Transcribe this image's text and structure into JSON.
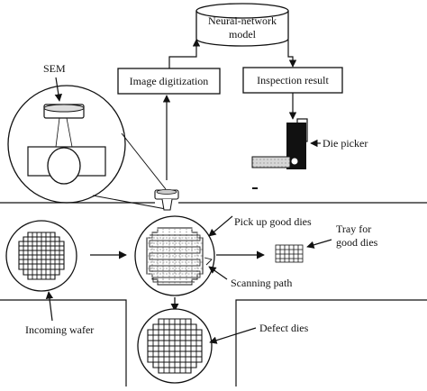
{
  "nodes": {
    "neural_network_model": {
      "line1": "Neural-network",
      "line2": "model"
    },
    "image_digitization": "Image digitization",
    "inspection_result": "Inspection result"
  },
  "labels": {
    "sem": "SEM",
    "die_picker": "Die picker",
    "pick_up_good_dies": "Pick up good dies",
    "tray_line1": "Tray for",
    "tray_line2": "good dies",
    "scanning_path": "Scanning path",
    "incoming_wafer": "Incoming wafer",
    "defect_dies": "Defect dies"
  }
}
